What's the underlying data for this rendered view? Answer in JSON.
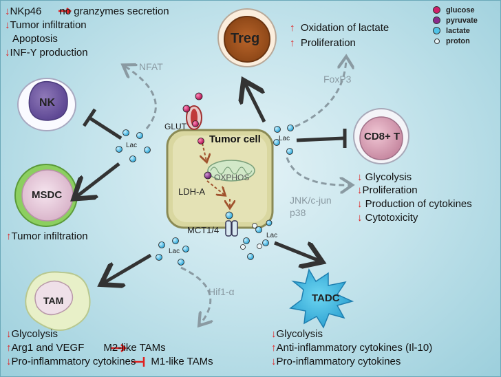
{
  "legend": {
    "items": [
      {
        "label": "glucose",
        "color": "#d0206a"
      },
      {
        "label": "pyruvate",
        "color": "#8a2b8c"
      },
      {
        "label": "lactate",
        "color": "#4fc3e8"
      },
      {
        "label": "proton",
        "color": "#e6f4f8"
      }
    ]
  },
  "center": {
    "title": "Tumor cell",
    "glut": "GLUT",
    "oxphos": "OXPHOS",
    "ldha": "LDH-A",
    "mct": "MCT1/4",
    "lac_left": "Lac",
    "lac_right": "Lac",
    "lac_bottom_left": "Lac",
    "lac_bottom_right": "Lac"
  },
  "cells": {
    "treg": "Treg",
    "nk": "NK",
    "msdc": "MSDC",
    "cd8": "CD8+ T",
    "tam": "TAM",
    "tadc": "TADC"
  },
  "pathways": {
    "nfat": "NFAT",
    "foxp3": "FoxP3",
    "jnk": "JNK/c-jun",
    "p38": "p38",
    "hif1a": "Hif1-α"
  },
  "nk_effects": {
    "line1_a": "NKp46",
    "line1_b": "no granzymes secretion",
    "line2": "Tumor infiltration",
    "line3": "Apoptosis",
    "line4": "INF-Y production"
  },
  "treg_effects": {
    "line1": "Oxidation of lactate",
    "line2": "Proliferation"
  },
  "cd8_effects": {
    "line1": "Glycolysis",
    "line2": "Proliferation",
    "line3": "Production of cytokines",
    "line4": "Cytotoxicity"
  },
  "msdc_effects": {
    "line1": "Tumor infiltration"
  },
  "tam_effects": {
    "line1": "Glycolysis",
    "line2_a": "Arg1 and VEGF",
    "line2_b": "M2-like TAMs",
    "line3_a": "Pro-inflammatory cytokines",
    "line3_b": "M1-like TAMs"
  },
  "tadc_effects": {
    "line1": "Glycolysis",
    "line2": "Anti-inflammatory cytokines (Il-10)",
    "line3": "Pro-inflammatory cytokines"
  }
}
